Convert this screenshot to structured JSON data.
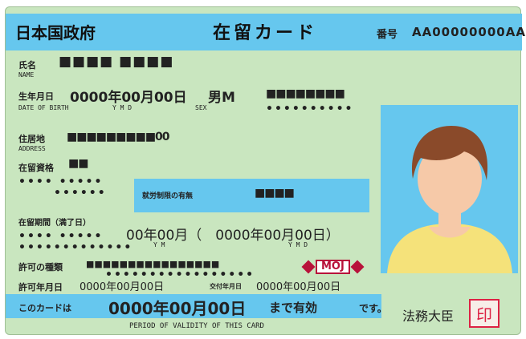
{
  "header": {
    "issuer": "日本国政府",
    "title": "在留カード",
    "number_label": "番号",
    "number": "AA00000000AA"
  },
  "name": {
    "label": "氏名",
    "label_en": "NAME",
    "value": "■■■■ ■■■■"
  },
  "dob": {
    "label": "生年月日",
    "label_en": "DATE OF BIRTH",
    "value": "0000年00月00日",
    "ymd_hint": "Y    M    D",
    "sex": "男M",
    "sex_en": "SEX",
    "nationality": "■■■■■■■■",
    "nationality_dots": "••••••••••"
  },
  "address": {
    "label": "住居地",
    "label_en": "ADDRESS",
    "value": "■■■■■■■■■00"
  },
  "status": {
    "label": "在留資格",
    "value": "■■",
    "dots1": "••••  •••••",
    "dots2": "••••••"
  },
  "work": {
    "label": "就労制限の有無",
    "value": "■■■■"
  },
  "period": {
    "label": "在留期間（満了日）",
    "dots1": "••••  •••••",
    "dots2": "•••••••••••••",
    "value": "00年00月（　0000年00月00日）",
    "hint1": "Y    M",
    "hint2": "Y    M    D"
  },
  "permit": {
    "kind_label": "許可の種類",
    "kind_value": "■■■■■■■■■■■■■■■■",
    "kind_dots": "•••••••••••••••••",
    "date_label": "許可年月日",
    "date_value": "0000年00月00日",
    "issue_label": "交付年月日",
    "issue_value": "0000年00月00日"
  },
  "moj": "MOJ",
  "validity": {
    "prefix": "このカードは",
    "date": "0000年00月00日",
    "suffix": "まで有効",
    "tail": "です。",
    "en": "PERIOD OF VALIDITY OF THIS CARD"
  },
  "minister": "法務大臣",
  "seal": "印",
  "colors": {
    "card": "#c9e6bf",
    "accent": "#66c7ee",
    "moj": "#b8123a"
  }
}
